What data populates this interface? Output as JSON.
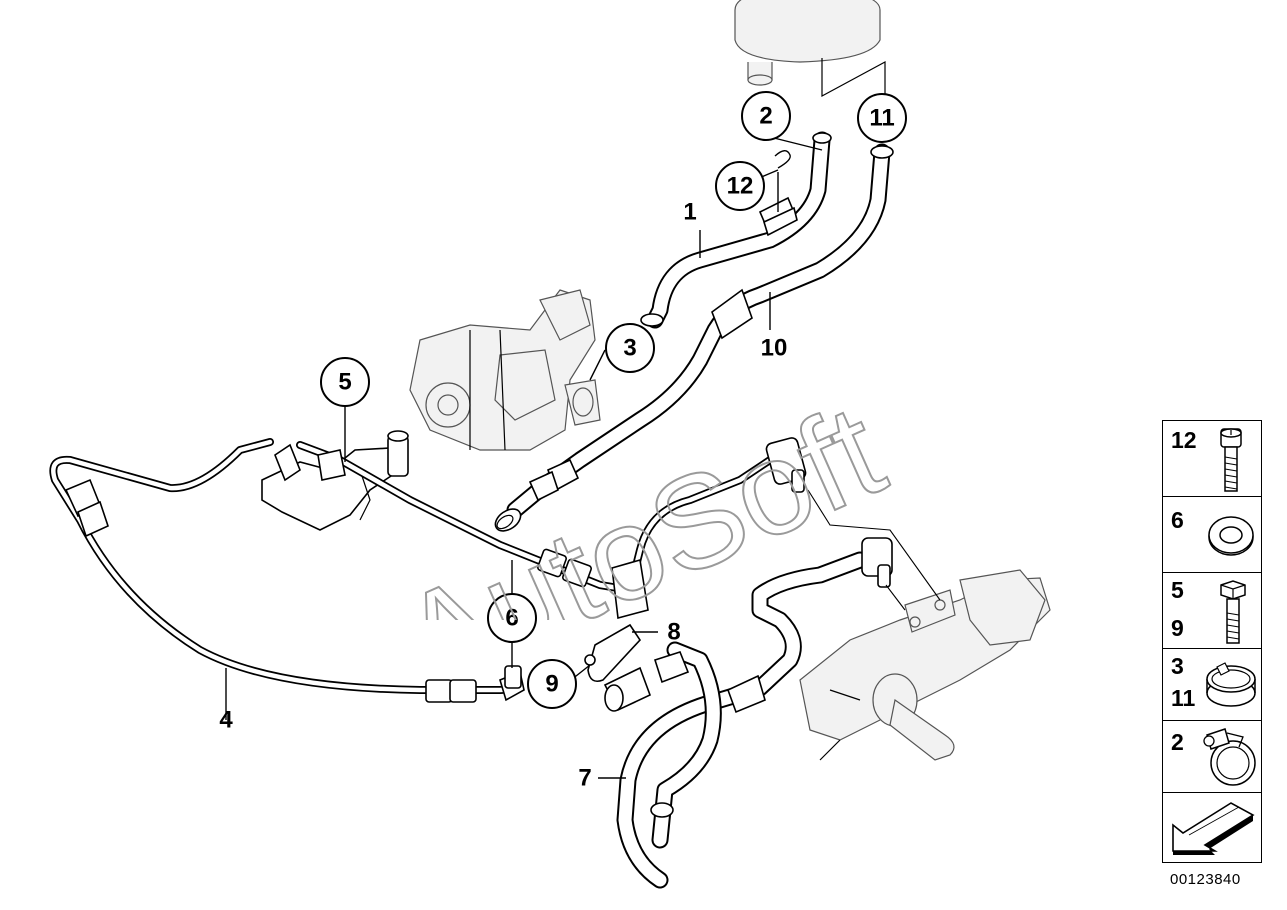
{
  "diagram": {
    "callouts": [
      {
        "id": "c1",
        "label": "1"
      },
      {
        "id": "c2",
        "label": "2"
      },
      {
        "id": "c3",
        "label": "3"
      },
      {
        "id": "c4",
        "label": "4"
      },
      {
        "id": "c5",
        "label": "5"
      },
      {
        "id": "c6",
        "label": "6"
      },
      {
        "id": "c7",
        "label": "7"
      },
      {
        "id": "c8",
        "label": "8"
      },
      {
        "id": "c9",
        "label": "9"
      },
      {
        "id": "c10",
        "label": "10"
      },
      {
        "id": "c11",
        "label": "11"
      },
      {
        "id": "c12",
        "label": "12"
      }
    ],
    "watermark": "AutoSoft",
    "drawing_number": "00123840"
  },
  "legend": {
    "rows": [
      {
        "labels": [
          "12"
        ],
        "icon": "bolt-icon"
      },
      {
        "labels": [
          "6"
        ],
        "icon": "washer-icon"
      },
      {
        "labels": [
          "5",
          "9"
        ],
        "icon": "hex-bolt-icon"
      },
      {
        "labels": [
          "3",
          "11"
        ],
        "icon": "spring-clamp-icon"
      },
      {
        "labels": [
          "2"
        ],
        "icon": "worm-clamp-icon"
      },
      {
        "labels": [
          ""
        ],
        "icon": "arrow-icon"
      }
    ]
  },
  "colors": {
    "line": "#000000",
    "background": "#ffffff",
    "watermark": "#9a9a9a"
  }
}
